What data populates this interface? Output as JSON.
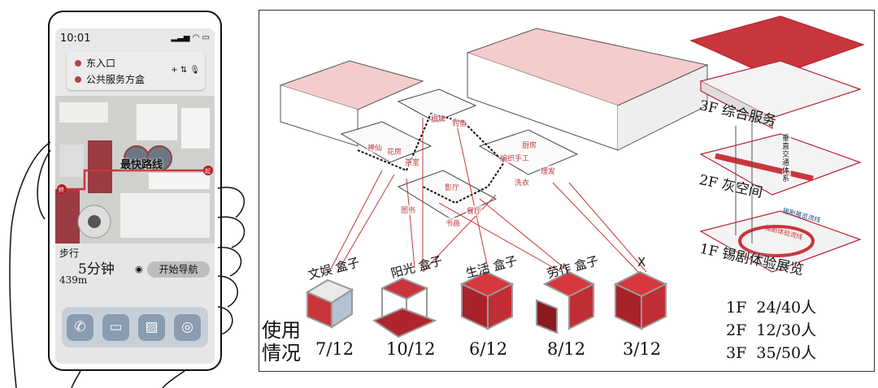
{
  "phone": {
    "time": "10:01",
    "search": {
      "origin": "东入口",
      "destination": "公共服务方盒",
      "actions": "+ ⇅ 🎙"
    },
    "map": {
      "route_label": "最快路线",
      "start_marker": "起",
      "end_marker": "终"
    },
    "route": {
      "mode": "步行",
      "duration": "5分钟",
      "distance": "439m",
      "start_button": "开始导航"
    },
    "dock": [
      "phone-icon",
      "chat-icon",
      "image-icon",
      "camera-icon"
    ]
  },
  "plan": {
    "rooms": [
      "棋牌",
      "钓鱼",
      "神仙",
      "花房",
      "茶室",
      "编织手工",
      "厨房",
      "理发",
      "洗衣",
      "影厅",
      "餐厅",
      "图书",
      "书画"
    ]
  },
  "boxes": [
    {
      "label": "文娱 盒子",
      "usage": "7/12"
    },
    {
      "label": "阳光 盒子",
      "usage": "10/12"
    },
    {
      "label": "生活 盒子",
      "usage": "6/12"
    },
    {
      "label": "劳作 盒子",
      "usage": "8/12"
    },
    {
      "label": "X",
      "usage": "3/12"
    }
  ],
  "usage_title_1": "使用",
  "usage_title_2": "情况",
  "floors": {
    "f3": "3F 综合服务",
    "f2": "2F 灰空间",
    "f1": "1F 锡剧体验展览",
    "vertical": "垂直交通体系",
    "f1_route_a": "锡剧展览流线",
    "f1_route_b": "锡剧体验流线"
  },
  "stats": [
    {
      "floor": "1F",
      "value": "24/40人"
    },
    {
      "floor": "2F",
      "value": "12/30人"
    },
    {
      "floor": "3F",
      "value": "35/50人"
    }
  ],
  "colors": {
    "accent": "#c8363c",
    "pink": "#f2c4c4"
  }
}
